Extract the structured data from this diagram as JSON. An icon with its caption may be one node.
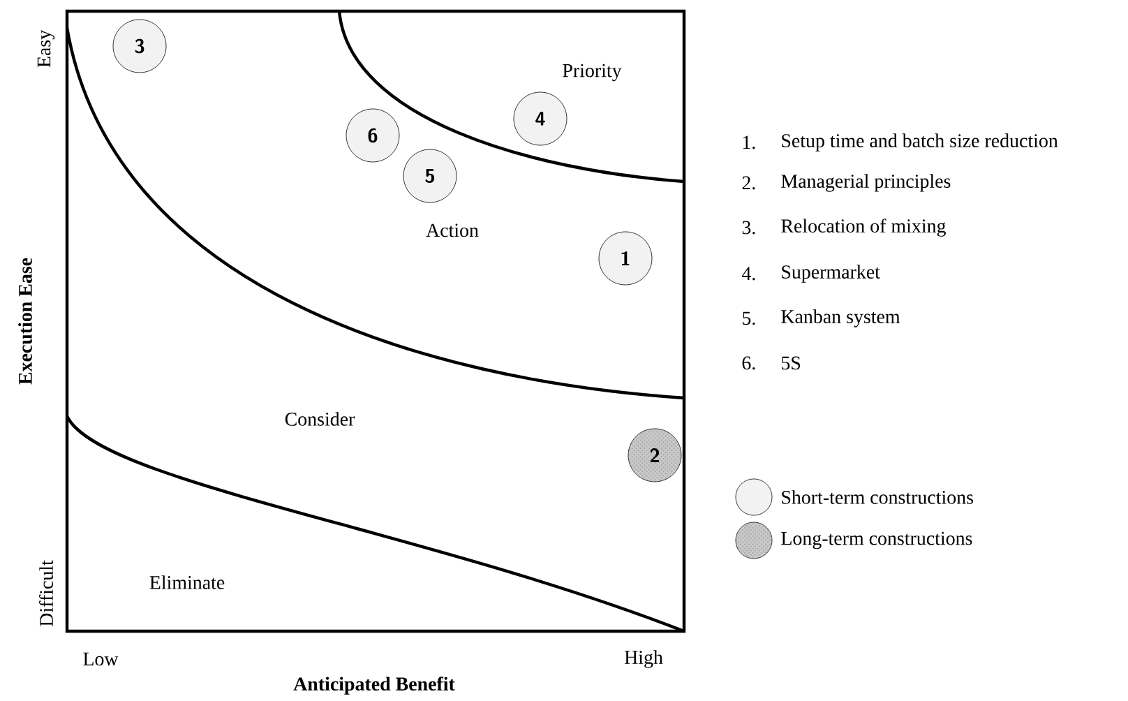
{
  "diagram": {
    "nodes": [
      {
        "text": [
          "1"
        ]
      },
      {
        "text": [
          "2"
        ]
      },
      {
        "text": [
          "3"
        ]
      },
      {
        "text": [
          "4"
        ]
      },
      {
        "text": [
          "5"
        ]
      },
      {
        "text": [
          "6"
        ]
      }
    ],
    "labels": [
      "Easy",
      "Priority",
      "Action",
      "Consider",
      "Difficult",
      "Eliminate",
      "Execution Ease",
      "Low",
      "High",
      "Anticipated Benefit",
      "1.",
      "Setup time and batch size reduction",
      "2.",
      "Managerial principles",
      "3.",
      "Relocation of mixing",
      "4.",
      "Supermarket",
      "5.",
      "Kanban system",
      "6.",
      "5S"
    ],
    "legend": [
      {
        "text": "Short-term constructions",
        "color": "#f2f2f2"
      },
      {
        "text": "Long-term constructions",
        "color": "#c8c8c8"
      }
    ]
  }
}
